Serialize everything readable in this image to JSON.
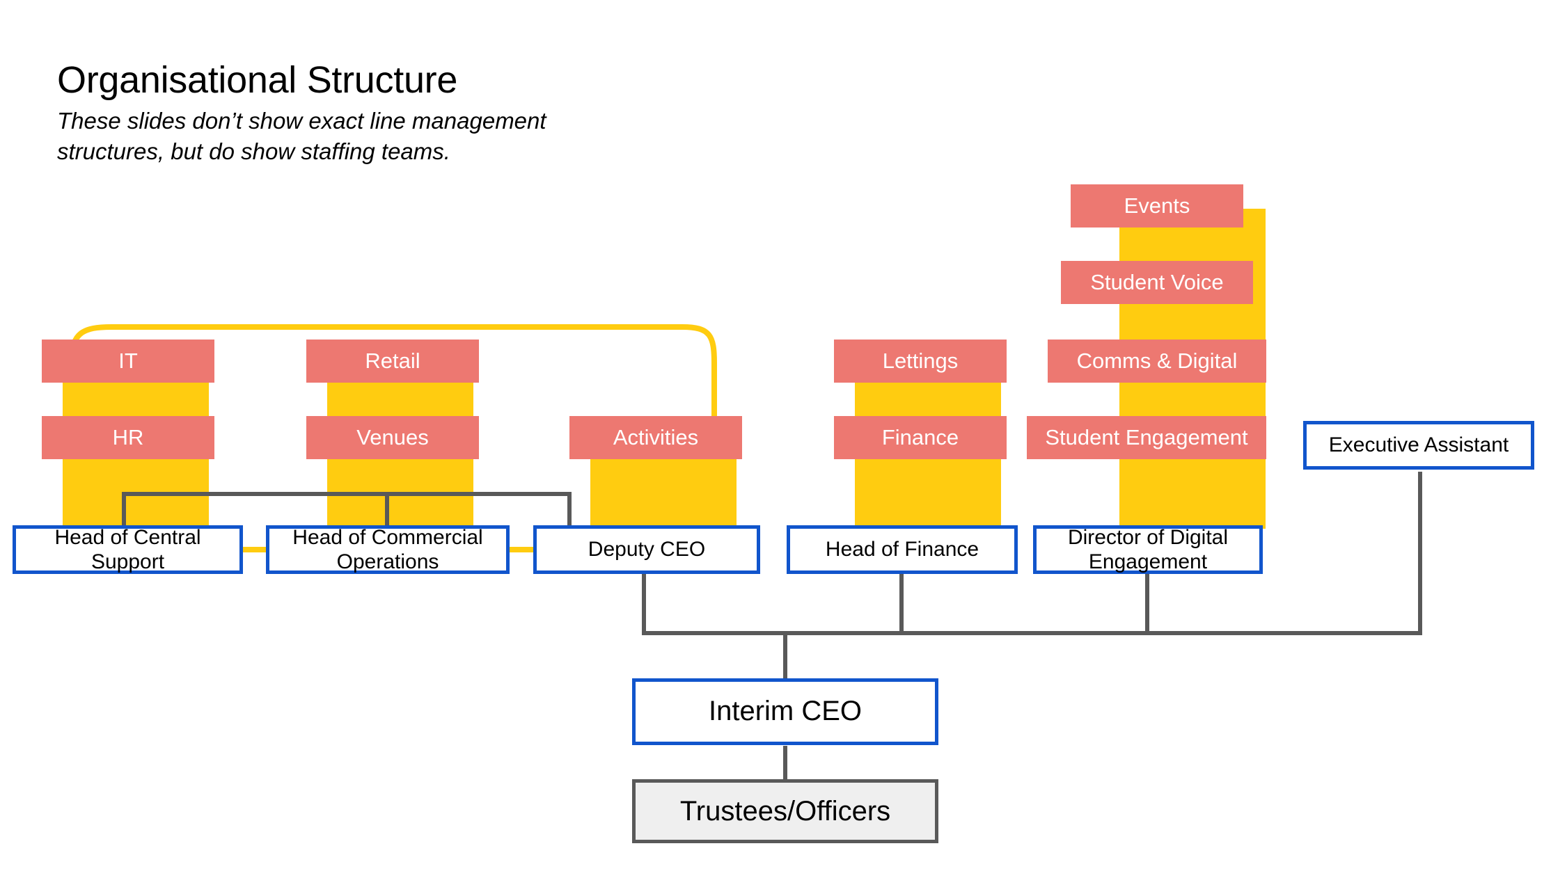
{
  "header": {
    "title": "Organisational Structure",
    "subtitle": "These slides don’t show exact line management structures, but do show staffing teams."
  },
  "colors": {
    "team_fill": "#ED7871",
    "spine": "#FFCC10",
    "role_border": "#1155CC",
    "connector_grey": "#595959",
    "connector_yellow": "#FFCC10",
    "grey_box_fill": "#EFEFEF",
    "background": "#FFFFFF"
  },
  "columns": [
    {
      "key": "central-support",
      "role": "Head of Central Support",
      "teams": [
        "IT",
        "HR"
      ]
    },
    {
      "key": "commercial-operations",
      "role": "Head of Commercial Operations",
      "teams": [
        "Retail",
        "Venues"
      ]
    },
    {
      "key": "deputy-ceo",
      "role": "Deputy CEO",
      "teams": [
        "Activities"
      ]
    },
    {
      "key": "finance",
      "role": "Head of Finance",
      "teams": [
        "Lettings",
        "Finance"
      ]
    },
    {
      "key": "digital-engagement",
      "role": "Director of Digital Engagement",
      "teams": [
        "Events",
        "Student Voice",
        "Comms & Digital",
        "Student Engagement"
      ]
    },
    {
      "key": "executive-assistant",
      "role": "Executive Assistant",
      "teams": []
    }
  ],
  "teams": {
    "it": "IT",
    "hr": "HR",
    "retail": "Retail",
    "venues": "Venues",
    "activities": "Activities",
    "lettings": "Lettings",
    "finance": "Finance",
    "events": "Events",
    "student_voice": "Student Voice",
    "comms_digital": "Comms & Digital",
    "student_engagement": "Student Engagement"
  },
  "roles": {
    "head_central_support": "Head of Central Support",
    "head_commercial_operations": "Head of Commercial Operations",
    "deputy_ceo": "Deputy CEO",
    "head_finance": "Head of Finance",
    "director_digital_engagement": "Director of Digital Engagement",
    "executive_assistant": "Executive Assistant",
    "interim_ceo": "Interim CEO",
    "trustees_officers": "Trustees/Officers"
  }
}
